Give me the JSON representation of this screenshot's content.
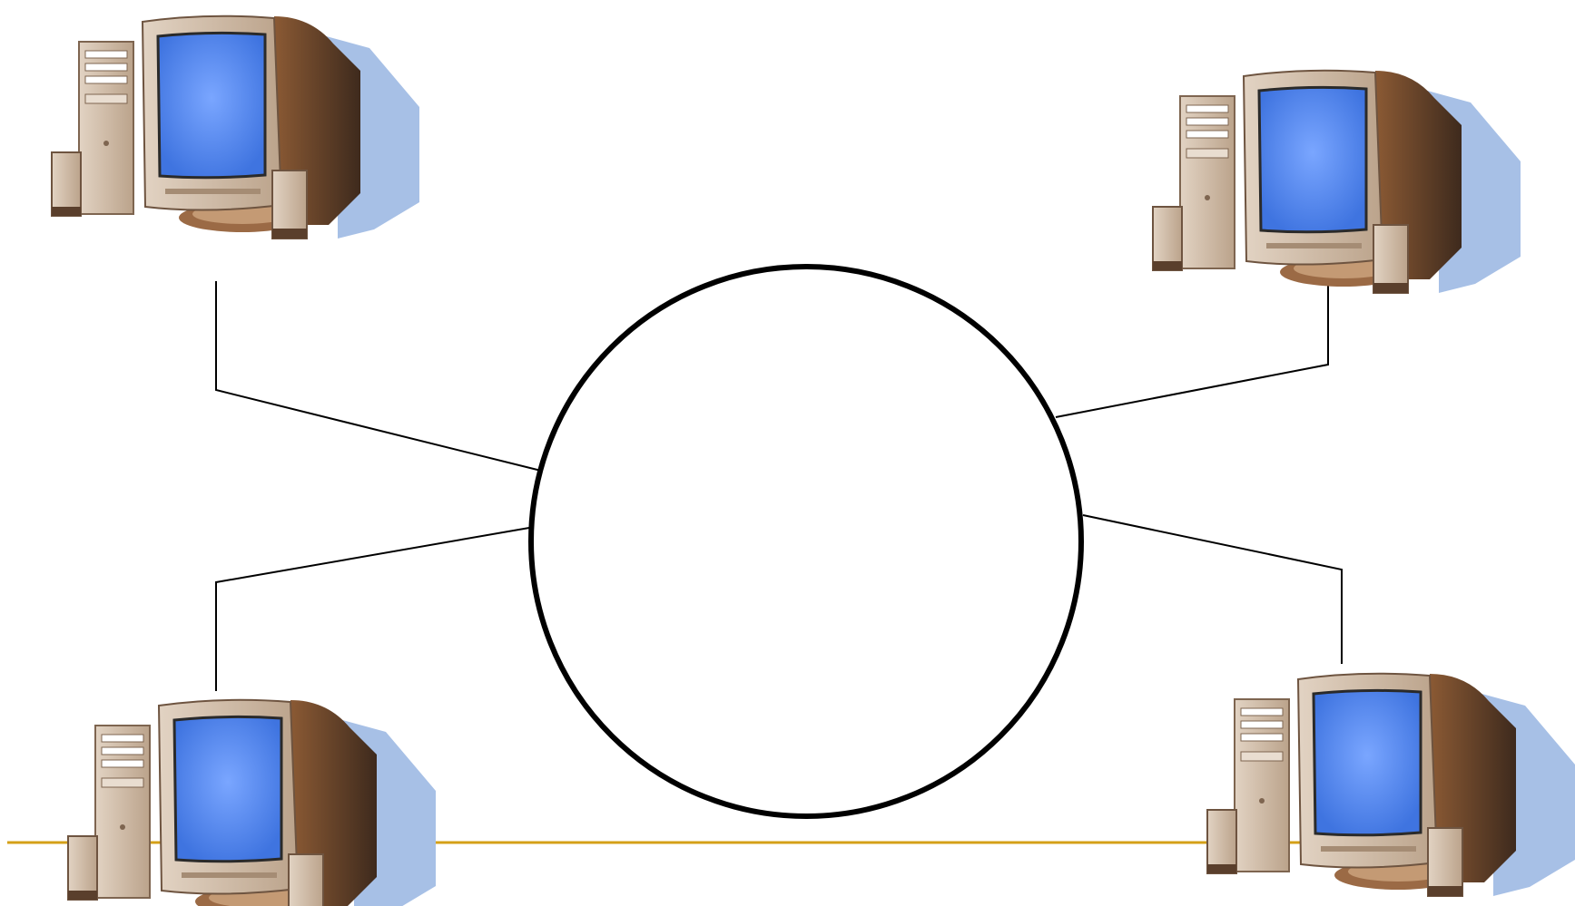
{
  "diagram": {
    "type": "network-topology",
    "hub": {
      "shape": "circle",
      "label": ""
    },
    "nodes": [
      {
        "id": "pc-top-left",
        "icon": "desktop-computer-icon"
      },
      {
        "id": "pc-top-right",
        "icon": "desktop-computer-icon"
      },
      {
        "id": "pc-bottom-left",
        "icon": "desktop-computer-icon"
      },
      {
        "id": "pc-bottom-right",
        "icon": "desktop-computer-icon"
      }
    ],
    "links": [
      {
        "from": "pc-top-left",
        "to": "hub"
      },
      {
        "from": "pc-top-right",
        "to": "hub"
      },
      {
        "from": "pc-bottom-left",
        "to": "hub"
      },
      {
        "from": "pc-bottom-right",
        "to": "hub"
      }
    ]
  },
  "colors": {
    "background": "#ffffff",
    "ring": "#000000",
    "link": "#000000",
    "baseline": "#d4a017",
    "screen": "#4f86ef",
    "screen_glow": "#7aa6ff",
    "case": "#cdb8a2",
    "case_dark": "#8a6a4e",
    "case_side": "#5a3f2c",
    "shadow": "#a7c0e6"
  }
}
